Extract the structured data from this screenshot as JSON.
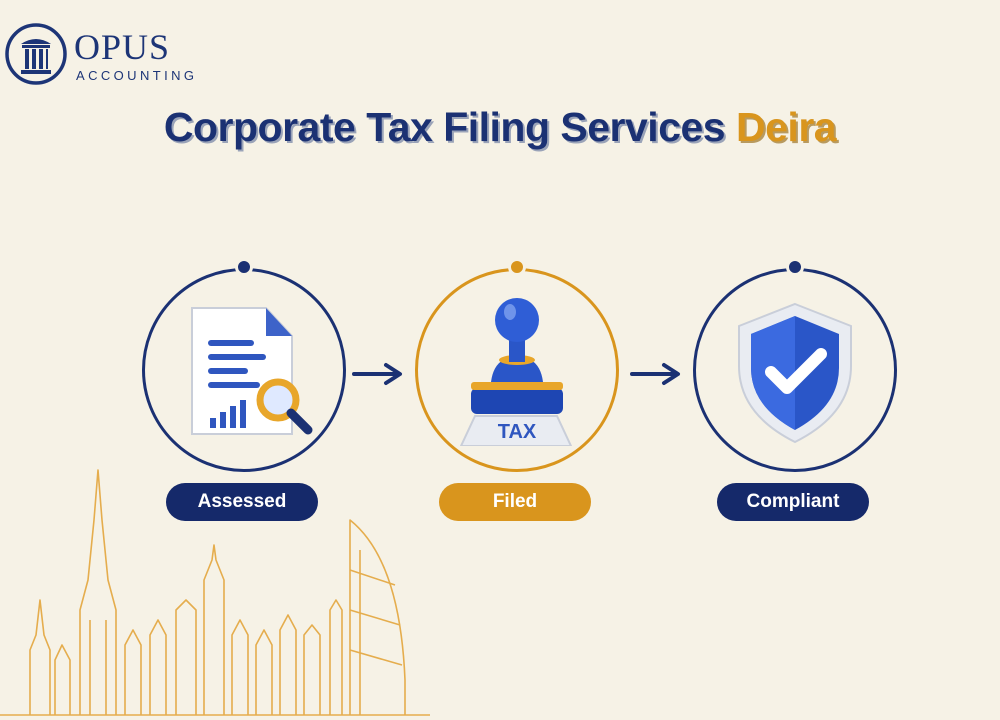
{
  "brand": {
    "name": "OPUS",
    "tagline": "ACCOUNTING"
  },
  "title": {
    "main": "Corporate Tax Filing Services",
    "accent": "Deira"
  },
  "steps": [
    {
      "label": "Assessed",
      "icon": "document-magnifier-icon",
      "color": "#1b3173"
    },
    {
      "label": "Filed",
      "icon": "tax-stamp-icon",
      "color": "#d9951d"
    },
    {
      "label": "Compliant",
      "icon": "shield-check-icon",
      "color": "#1b3173"
    }
  ],
  "stamp": {
    "text": "TAX"
  },
  "colors": {
    "navy": "#1b3173",
    "gold": "#d9951d",
    "background": "#f6f2e6"
  }
}
